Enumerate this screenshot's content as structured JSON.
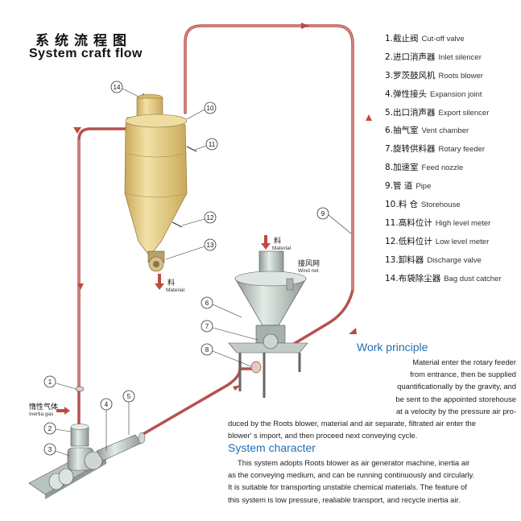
{
  "title": {
    "cn": "系统流程图",
    "en": "System craft flow"
  },
  "legend": [
    {
      "cn": "1.截止阀",
      "en": "Cut-off valve"
    },
    {
      "cn": "2.进口消声器",
      "en": "Inlet silencer"
    },
    {
      "cn": "3.罗茨鼓风机",
      "en": "Roots blower"
    },
    {
      "cn": "4.弹性接头",
      "en": "Expansion joint"
    },
    {
      "cn": "5.出口消声器",
      "en": "Export silencer"
    },
    {
      "cn": "6.抽气室",
      "en": "Vent chamber"
    },
    {
      "cn": "7.旋转供料器",
      "en": "Rotary feeder"
    },
    {
      "cn": "8.加速室",
      "en": "Feed nozzle"
    },
    {
      "cn": "9.管  道",
      "en": "Pipe"
    },
    {
      "cn": "10.料  仓",
      "en": "Storehouse"
    },
    {
      "cn": "11.高料位计",
      "en": "High level meter"
    },
    {
      "cn": "12.低料位计",
      "en": "Low level meter"
    },
    {
      "cn": "13.卸料器",
      "en": "Discharge valve"
    },
    {
      "cn": "14.布袋除尘器",
      "en": "Bag dust catcher"
    }
  ],
  "callouts": [
    "1",
    "2",
    "3",
    "4",
    "5",
    "6",
    "7",
    "8",
    "9",
    "10",
    "11",
    "12",
    "13",
    "14"
  ],
  "labels": {
    "material_out_cn": "料",
    "material_out_en": "Material",
    "material_in_cn": "料",
    "material_in_en": "Material",
    "wind_cn": "接风网",
    "wind_en": "Wind net",
    "inertia_cn": "惰性气体",
    "inertia_en": "Inertia gas"
  },
  "work": {
    "heading": "Work principle",
    "lines": [
      "Material enter the rotary feeder",
      "from entrance, then be supplied",
      "quantificationally by the gravity, and",
      "be sent to the appointed storehouse",
      "at a velocity by the pressure air pro-",
      "duced by the Roots blower, material and air separate, filtrated air enter the",
      "blower' s import, and then proceed next conveying cycle."
    ]
  },
  "system": {
    "heading": "System character",
    "lines": [
      "This system adopts Roots blower as air generator machine, inertia air",
      "as the conveying medium, and can be running continuously and circularly.",
      "It is suitable for transporting unstable chemical materials. The feature of",
      "this system is low pressure, realiable transport, and recycle inertia air."
    ]
  },
  "colors": {
    "pipe": "#b5524f",
    "silo": "#e3c87a",
    "machine": "#b9c3bd",
    "heading": "#1f6fb5"
  }
}
